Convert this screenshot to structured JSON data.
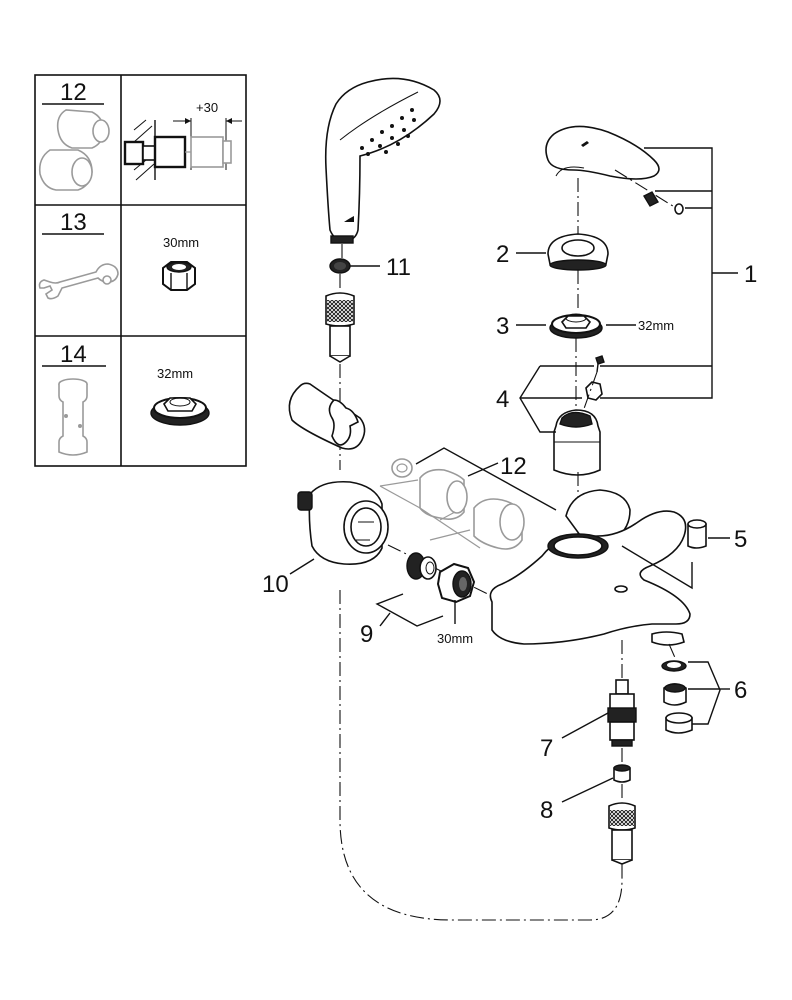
{
  "diagram": {
    "type": "exploded-parts-diagram",
    "callouts": [
      {
        "id": "1",
        "label": "1"
      },
      {
        "id": "2",
        "label": "2"
      },
      {
        "id": "3",
        "label": "3"
      },
      {
        "id": "4",
        "label": "4"
      },
      {
        "id": "5",
        "label": "5"
      },
      {
        "id": "6",
        "label": "6"
      },
      {
        "id": "7",
        "label": "7"
      },
      {
        "id": "8",
        "label": "8"
      },
      {
        "id": "9",
        "label": "9"
      },
      {
        "id": "10",
        "label": "10"
      },
      {
        "id": "11",
        "label": "11"
      },
      {
        "id": "12",
        "label": "12"
      }
    ],
    "dimensions": {
      "nut_32": "32mm",
      "nut_30": "30mm"
    }
  },
  "tool_table": {
    "rows": [
      {
        "number": "12",
        "detail_label": "+30",
        "item": "extension-set"
      },
      {
        "number": "13",
        "detail_label": "30mm",
        "item": "wrench"
      },
      {
        "number": "14",
        "detail_label": "32mm",
        "item": "cartridge-tool"
      }
    ]
  }
}
